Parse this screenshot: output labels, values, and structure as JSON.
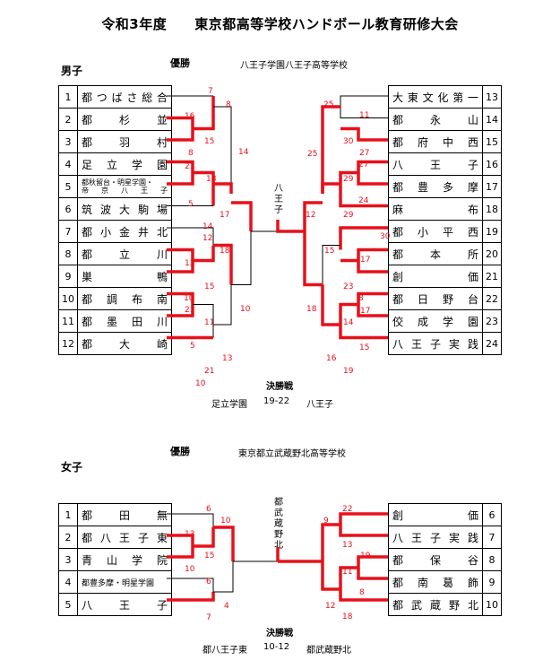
{
  "title": "令和3年度　　東京都高等学校ハンドボール教育研修大会",
  "champion_label": "優勝",
  "final_label": "決勝戦",
  "boys": {
    "section": "男子",
    "champion": "八王子学園八王子高等学校",
    "final": {
      "left": "足立学園",
      "score": "19-22",
      "right": "八王子"
    },
    "winner_vertical": "八王子",
    "left_teams": [
      {
        "num": "1",
        "name": "都つばさ総合"
      },
      {
        "num": "2",
        "name": "都杉並"
      },
      {
        "num": "3",
        "name": "都羽村"
      },
      {
        "num": "4",
        "name": "足立学園"
      },
      {
        "num": "5",
        "name": "都秋留台・明星学園・",
        "name2": "帝京八王子"
      },
      {
        "num": "6",
        "name": "筑波大駒場"
      },
      {
        "num": "7",
        "name": "都小金井北"
      },
      {
        "num": "8",
        "name": "都立川"
      },
      {
        "num": "9",
        "name": "巣鴨"
      },
      {
        "num": "10",
        "name": "都調布南"
      },
      {
        "num": "11",
        "name": "都墨田川"
      },
      {
        "num": "12",
        "name": "都大崎"
      }
    ],
    "right_teams": [
      {
        "num": "13",
        "name": "大東文化第一"
      },
      {
        "num": "14",
        "name": "都永山"
      },
      {
        "num": "15",
        "name": "都府中西"
      },
      {
        "num": "16",
        "name": "八王子"
      },
      {
        "num": "17",
        "name": "都豊多摩"
      },
      {
        "num": "18",
        "name": "麻布"
      },
      {
        "num": "19",
        "name": "都小平西"
      },
      {
        "num": "20",
        "name": "都本所"
      },
      {
        "num": "21",
        "name": "創価"
      },
      {
        "num": "22",
        "name": "都日野台"
      },
      {
        "num": "23",
        "name": "佼成学園"
      },
      {
        "num": "24",
        "name": "八王子実践"
      }
    ],
    "scores": [
      "7",
      "8",
      "16",
      "15",
      "8",
      "21",
      "18",
      "5",
      "17",
      "14",
      "14",
      "12",
      "18",
      "13",
      "15",
      "10",
      "10",
      "21",
      "11",
      "5",
      "13",
      "21",
      "10",
      "25",
      "11",
      "30",
      "27",
      "25",
      "27",
      "29",
      "24",
      "29",
      "12",
      "30",
      "15",
      "17",
      "23",
      "8",
      "18",
      "17",
      "14",
      "15",
      "16",
      "19"
    ]
  },
  "girls": {
    "section": "女子",
    "champion": "東京都立武蔵野北高等学校",
    "final": {
      "left": "都八王子東",
      "score": "10-12",
      "right": "都武蔵野北"
    },
    "winner_vertical": "都武蔵野北",
    "left_teams": [
      {
        "num": "1",
        "name": "都田無"
      },
      {
        "num": "2",
        "name": "都八王子東"
      },
      {
        "num": "3",
        "name": "青山学院"
      },
      {
        "num": "4",
        "name": "都豊多摩・明星学園"
      },
      {
        "num": "5",
        "name": "八王子"
      }
    ],
    "right_teams": [
      {
        "num": "6",
        "name": "創価"
      },
      {
        "num": "7",
        "name": "八王子実践"
      },
      {
        "num": "8",
        "name": "都保谷"
      },
      {
        "num": "9",
        "name": "都南葛飾"
      },
      {
        "num": "10",
        "name": "都武蔵野北"
      }
    ],
    "scores": [
      "6",
      "10",
      "13",
      "15",
      "10",
      "6",
      "7",
      "4",
      "22",
      "9",
      "13",
      "19",
      "11",
      "8",
      "12",
      "18"
    ]
  }
}
